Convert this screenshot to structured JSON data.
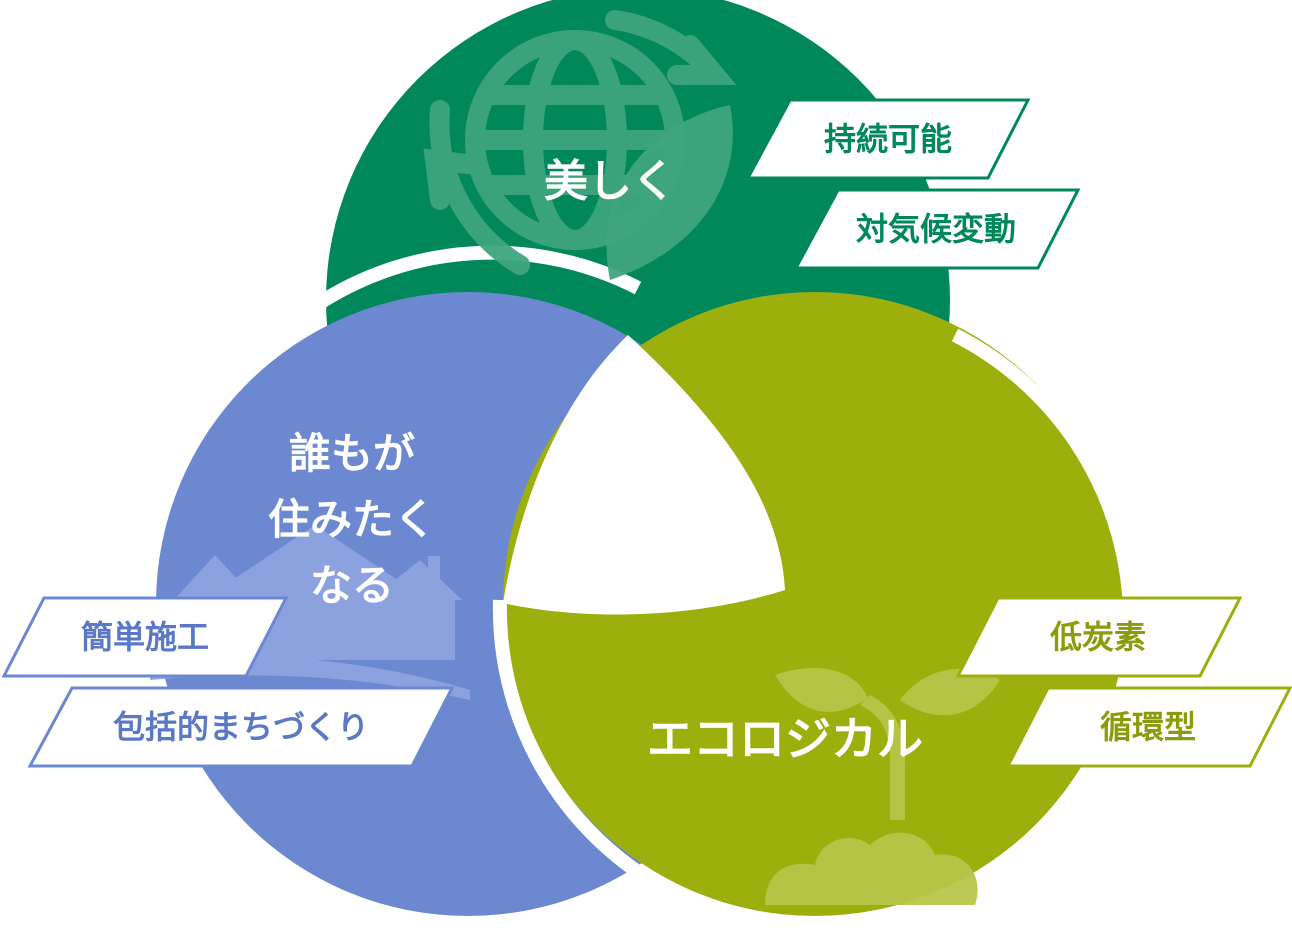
{
  "colors": {
    "green": "#00875a",
    "olive": "#9caf0d",
    "blue": "#6b88d0",
    "background": "#ffffff"
  },
  "circles": {
    "beautiful": {
      "label": "美しく",
      "icon": "globe-recycle-leaf-icon",
      "tags": [
        "持続可能",
        "対気候変動"
      ]
    },
    "ecological": {
      "label": "エコロジカル",
      "icon": "sprout-icon",
      "tags": [
        "低炭素",
        "循環型"
      ]
    },
    "livable": {
      "label_lines": [
        "誰もが",
        "住みたく",
        "なる"
      ],
      "icon": "houses-icon",
      "tags": [
        "簡単施工",
        "包括的まちづくり"
      ]
    }
  }
}
